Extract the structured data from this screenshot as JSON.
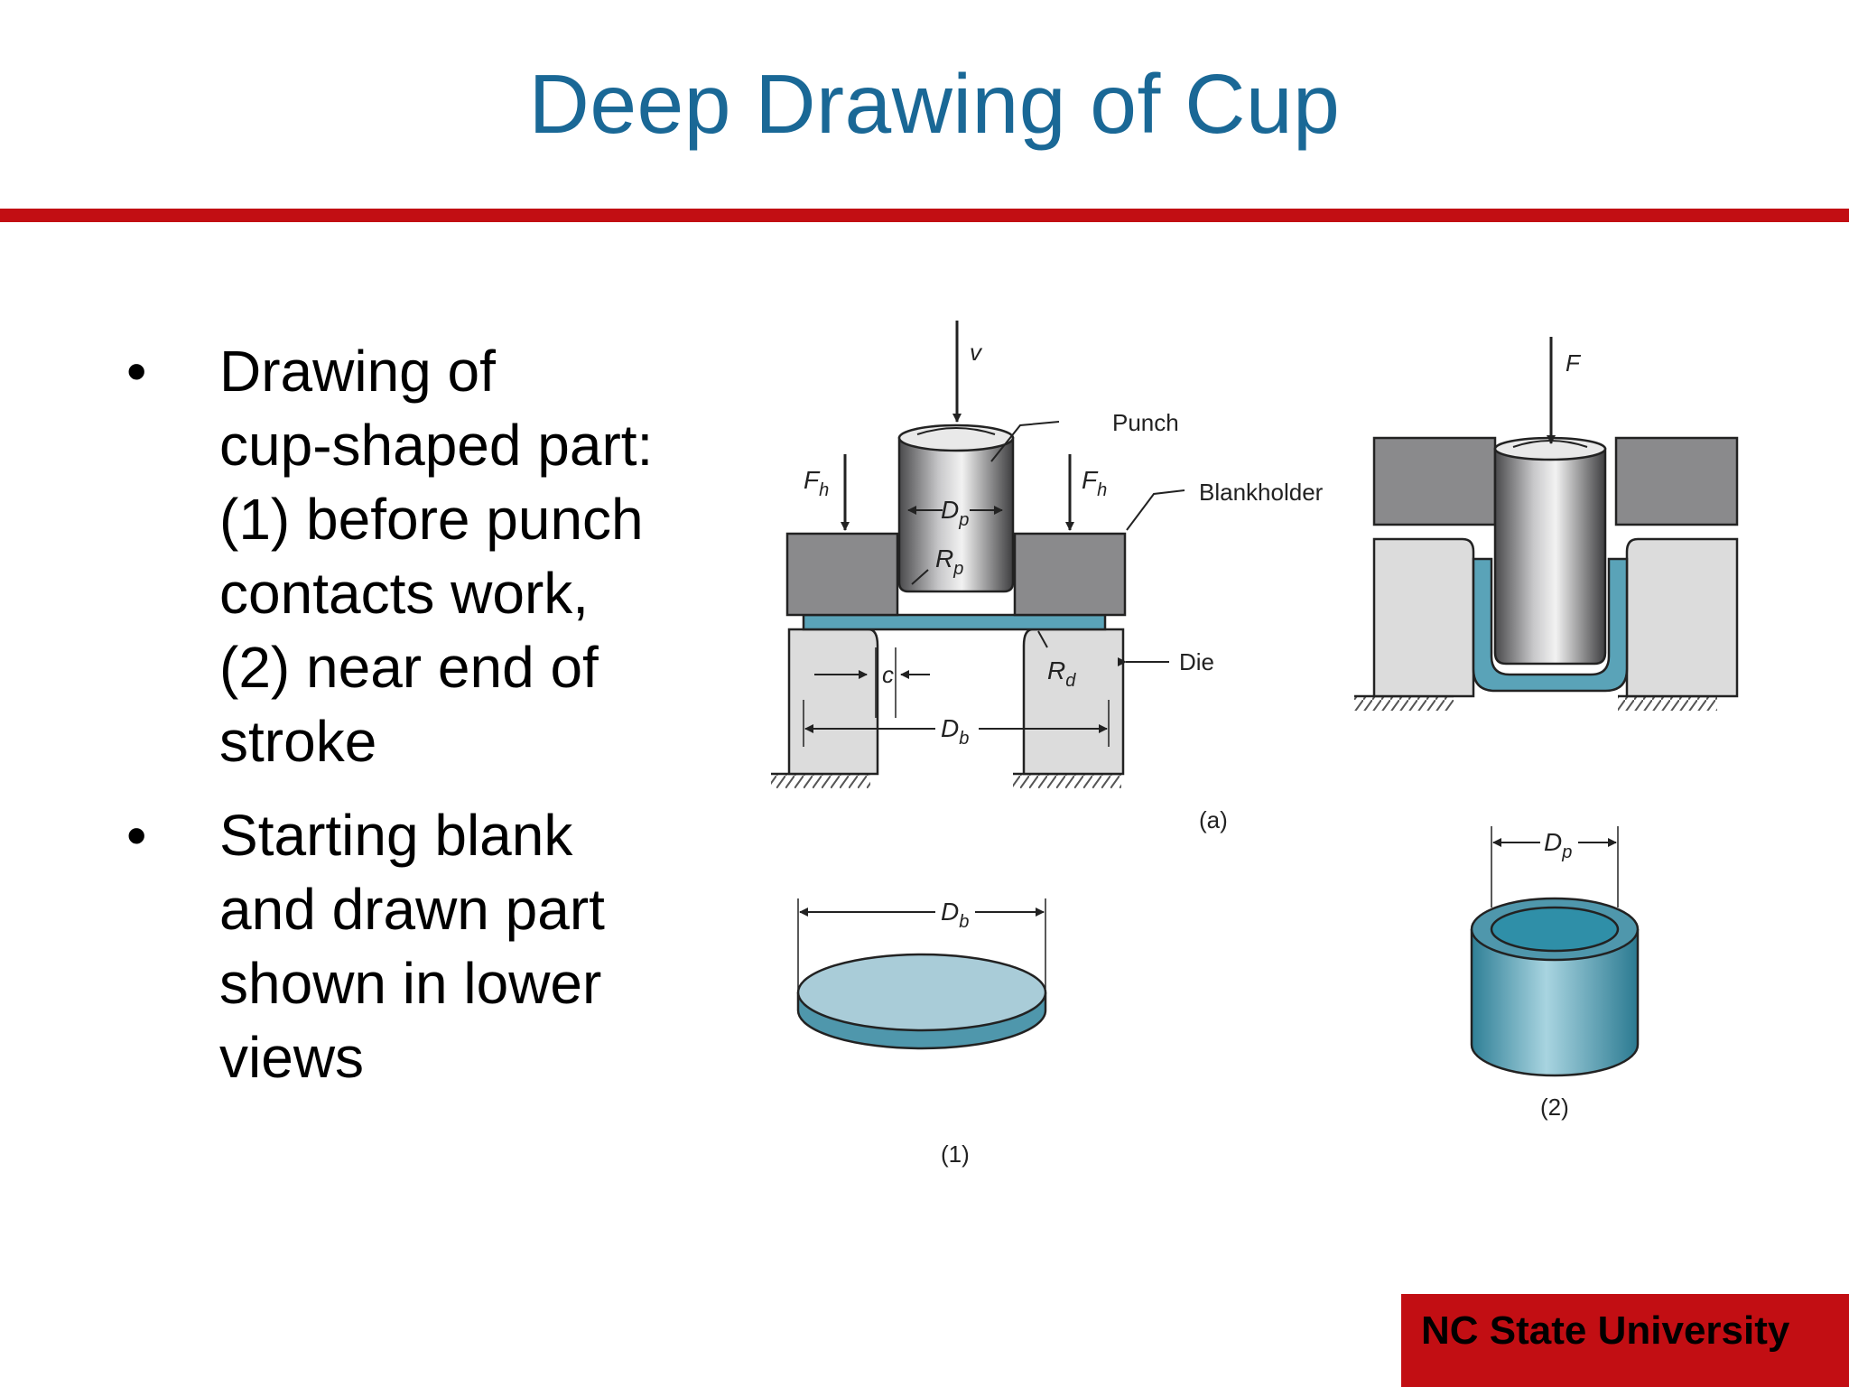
{
  "slide": {
    "title": "Deep Drawing of Cup"
  },
  "bullets": [
    {
      "marker": "•",
      "lines": [
        "Drawing of",
        "cup-shaped part:",
        "(1) before punch",
        "contacts work,",
        "(2) near end of",
        "stroke"
      ]
    },
    {
      "marker": "•",
      "lines": [
        "Starting blank",
        "and drawn part",
        "shown in lower",
        "views"
      ]
    }
  ],
  "figure": {
    "labels": {
      "velocity": "v",
      "force": "F",
      "holder_force": "F",
      "holder_force_sub": "h",
      "punch": "Punch",
      "blankholder": "Blankholder",
      "die": "Die",
      "clearance": "c",
      "punch_diameter": "D",
      "punch_diameter_sub": "p",
      "punch_radius": "R",
      "punch_radius_sub": "p",
      "die_radius": "R",
      "die_radius_sub": "d",
      "blank_diameter": "D",
      "blank_diameter_sub": "b",
      "caption_a": "(a)",
      "caption_1": "(1)",
      "caption_2": "(2)"
    },
    "colors": {
      "workpiece": "#5aa3b8",
      "tooling": "#8a8a8c",
      "die": "#dcdcdc"
    }
  },
  "footer": {
    "text": "NC State University"
  },
  "colors": {
    "title": "#1a6896",
    "accent": "#c20e13"
  }
}
